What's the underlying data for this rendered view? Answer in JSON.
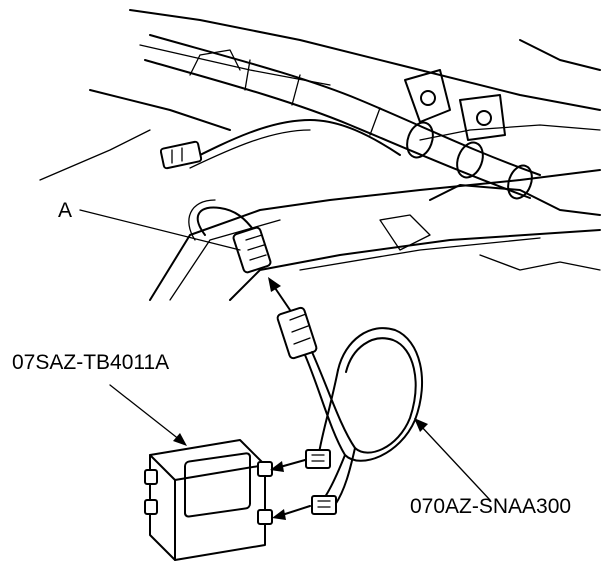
{
  "callouts": {
    "part_a": "A",
    "box_part_number": "07SAZ-TB4011A",
    "harness_part_number": "070AZ-SNAA300"
  }
}
